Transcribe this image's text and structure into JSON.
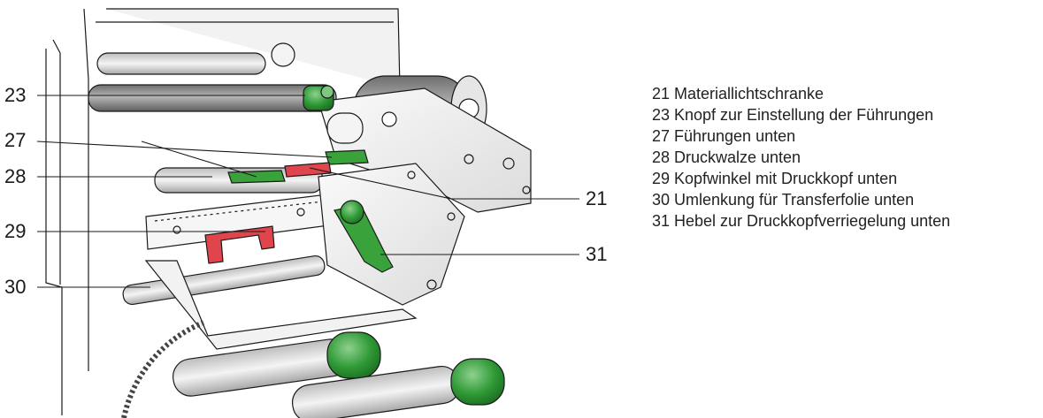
{
  "callouts": {
    "c23": "23",
    "c27": "27",
    "c28": "28",
    "c29": "29",
    "c30": "30",
    "c21": "21",
    "c31": "31"
  },
  "legend": [
    {
      "num": "21",
      "text": "Materiallichtschranke"
    },
    {
      "num": "23",
      "text": "Knopf zur Einstellung der Führungen"
    },
    {
      "num": "27",
      "text": "Führungen unten"
    },
    {
      "num": "28",
      "text": "Druckwalze unten"
    },
    {
      "num": "29",
      "text": "Kopfwinkel mit Druckkopf unten"
    },
    {
      "num": "30",
      "text": "Umlenkung für Transferfolie unten"
    },
    {
      "num": "31",
      "text": "Hebel zur Druckkopfverriegelung unten"
    }
  ],
  "colors": {
    "guide_green": "#3aa23a",
    "knob_green": "#2f9a36",
    "sensor_red": "#e0454d",
    "metal_light": "#e8e8e8",
    "roller_dark": "#8a8a8a",
    "line": "#1a1a1a"
  }
}
